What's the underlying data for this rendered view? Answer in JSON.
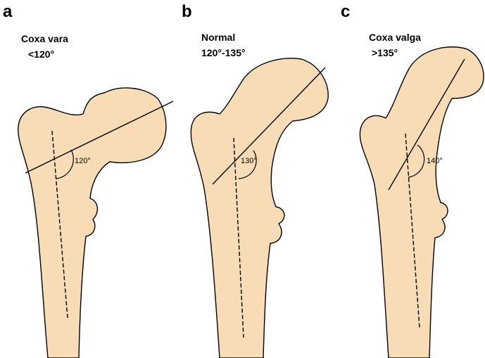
{
  "panels": [
    {
      "letter": "a",
      "title": "Coxa vara",
      "range": "<120°",
      "angle_label": "120°",
      "angle_deg": 120
    },
    {
      "letter": "b",
      "title": "Normal",
      "range": "120°-135°",
      "angle_label": "130°",
      "angle_deg": 130
    },
    {
      "letter": "c",
      "title": "Coxa valga",
      "range": ">135°",
      "angle_label": "140°",
      "angle_deg": 140
    }
  ],
  "colors": {
    "bone_fill": "#f7dcb6",
    "outline": "#000000"
  }
}
